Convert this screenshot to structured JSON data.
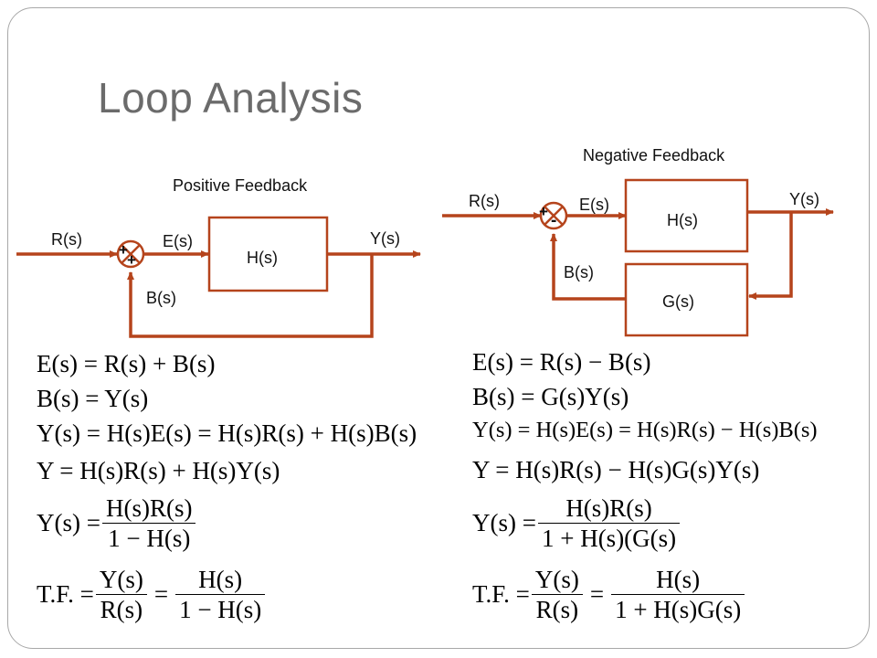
{
  "slide": {
    "title": "Loop Analysis"
  },
  "positive": {
    "heading": "Positive Feedback",
    "input": "R(s)",
    "error": "E(s)",
    "block": "H(s)",
    "output": "Y(s)",
    "feedback": "B(s)",
    "sign_top": "+",
    "sign_bottom": "+",
    "equations": [
      "E(s) = R(s) + B(s)",
      "B(s) = Y(s)",
      "Y(s) = H(s)E(s) = H(s)R(s) + H(s)B(s)",
      "Y = H(s)R(s) + H(s)Y(s)"
    ],
    "eq5": {
      "lhs": "Y(s) =",
      "num": "H(s)R(s)",
      "den": "1 − H(s)"
    },
    "eq6": {
      "lhs": "T.F. =",
      "num1": "Y(s)",
      "den1": "R(s)",
      "eq": "=",
      "num2": "H(s)",
      "den2": "1 − H(s)"
    }
  },
  "negative": {
    "heading": "Negative Feedback",
    "input": "R(s)",
    "error": "E(s)",
    "block": "H(s)",
    "feedback_block": "G(s)",
    "output": "Y(s)",
    "feedback": "B(s)",
    "sign_top": "+",
    "sign_bottom": "-",
    "equations": [
      "E(s) = R(s) − B(s)",
      "B(s) = G(s)Y(s)",
      "Y(s) = H(s)E(s) = H(s)R(s) − H(s)B(s)",
      "Y = H(s)R(s) − H(s)G(s)Y(s)"
    ],
    "eq5": {
      "lhs": "Y(s) =",
      "num": "H(s)R(s)",
      "den": "1 + H(s)(G(s)"
    },
    "eq6": {
      "lhs": "T.F. =",
      "num1": "Y(s)",
      "den1": "R(s)",
      "eq": "=",
      "num2": "H(s)",
      "den2": "1 + H(s)G(s)"
    }
  },
  "colors": {
    "wire": "#b5441c",
    "title": "#6b6b6b",
    "frame": "#a8a8a8"
  }
}
